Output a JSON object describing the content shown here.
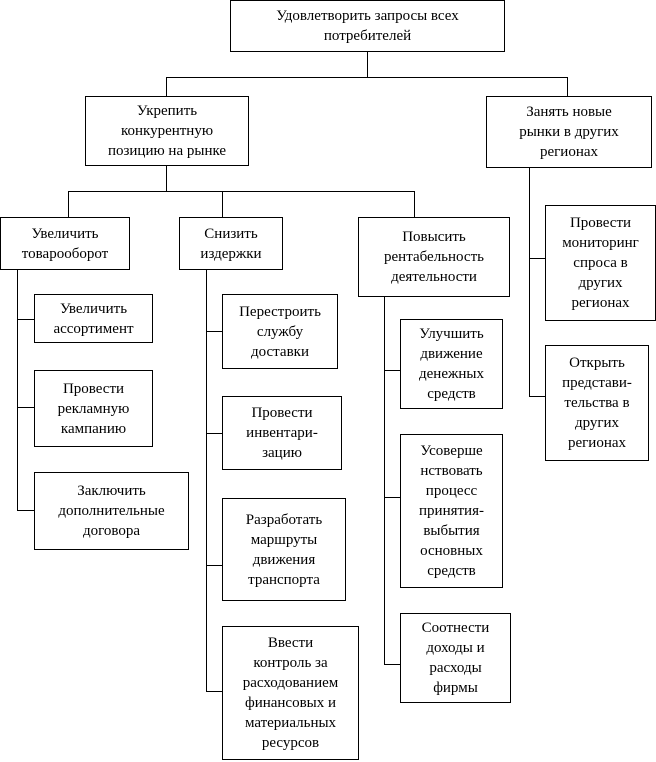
{
  "diagram": {
    "line_color": "#000000",
    "root": "Удовлетворить запросы всех\nпотребителей",
    "branch_competitive": "Укрепить\nконкурентную\nпозицию на рынке",
    "branch_new_markets": "Занять новые\nрынки в других\nрегионах",
    "turnover": "Увеличить\nтоварооборот",
    "costs": "Снизить\nиздержки",
    "profitability": "Повысить\nрентабельность\nдеятельности",
    "turnover_items": [
      "Увеличить\nассортимент",
      "Провести\nрекламную\nкампанию",
      "Заключить\nдополнительные\nдоговора"
    ],
    "costs_items": [
      "Перестроить\nслужбу\nдоставки",
      "Провести\nинвентари-\nзацию",
      "Разработать\nмаршруты\nдвижения\nтранспорта",
      "Ввести\nконтроль за\nрасходованием\nфинансовых и\nматериальных\nресурсов"
    ],
    "profitability_items": [
      "Улучшить\nдвижение\nденежных\nсредств",
      "Усоверше\nнствовать\nпроцесс\nпринятия-\nвыбытия\nосновных\nсредств",
      "Соотнести\nдоходы и\nрасходы\nфирмы"
    ],
    "new_markets_items": [
      "Провести\nмониторинг\nспроса в\nдругих\nрегионах",
      "Открыть\nпредстави-\nтельства в\nдругих\nрегионах"
    ]
  }
}
